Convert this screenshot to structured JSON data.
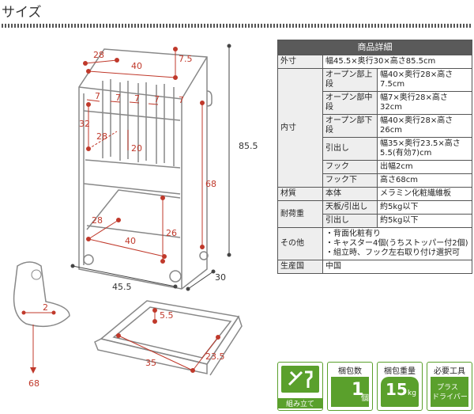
{
  "page_title": "サイズ",
  "dims": {
    "d28_top": "28",
    "d7_5": "7.5",
    "d40_top": "40",
    "d7": "7",
    "d32": "32",
    "d28_mid": "28",
    "d20": "20",
    "d68": "68",
    "d85_5": "85.5",
    "d28_bot": "28",
    "d26": "26",
    "d40_bot": "40",
    "d45_5": "45.5",
    "d30": "30",
    "hook_2": "2",
    "hook_68": "68",
    "drawer_5_5": "5.5",
    "drawer_35": "35",
    "drawer_23_5": "23.5"
  },
  "spec": {
    "header": "商品詳細",
    "outer_label": "外寸",
    "outer_value": "幅45.5×奥行30×高さ85.5cm",
    "inner_label": "内寸",
    "inner_rows": [
      {
        "label": "オープン部上段",
        "value": "幅40×奥行28×高さ7.5cm"
      },
      {
        "label": "オープン部中段",
        "value": "幅7×奥行28×高さ32cm"
      },
      {
        "label": "オープン部下段",
        "value": "幅40×奥行28×高さ26cm"
      },
      {
        "label": "引出し",
        "value": "幅35×奥行23.5×高さ5.5(有効7)cm"
      },
      {
        "label": "フック",
        "value": "出幅2cm"
      },
      {
        "label": "フック下",
        "value": "高さ68cm"
      }
    ],
    "material_label": "材質",
    "material_sub": "本体",
    "material_value": "メラミン化粧繊維板",
    "load_label": "耐荷重",
    "load_rows": [
      {
        "label": "天板/引出し",
        "value": "約5kg以下"
      },
      {
        "label": "引出し",
        "value": "約5kg以下"
      }
    ],
    "other_label": "その他",
    "other_lines": [
      "・背面化粧有り",
      "・キャスター4個(うちストッパー付2個)",
      "・組立時、フック左右取り付け選択可"
    ],
    "origin_label": "生産国",
    "origin_value": "中国"
  },
  "badges": {
    "assembly": "組み立て",
    "pack_count_label": "梱包数",
    "pack_count_value": "1",
    "pack_count_unit": "個",
    "pack_weight_label": "梱包重量",
    "pack_weight_value": "15",
    "pack_weight_unit": "kg",
    "tool_label": "必要工具",
    "tool_value_1": "プラス",
    "tool_value_2": "ドライバー"
  },
  "colors": {
    "dim_red": "#c0392b",
    "badge_green": "#5aa02c",
    "header_gray": "#5a5a5a"
  }
}
